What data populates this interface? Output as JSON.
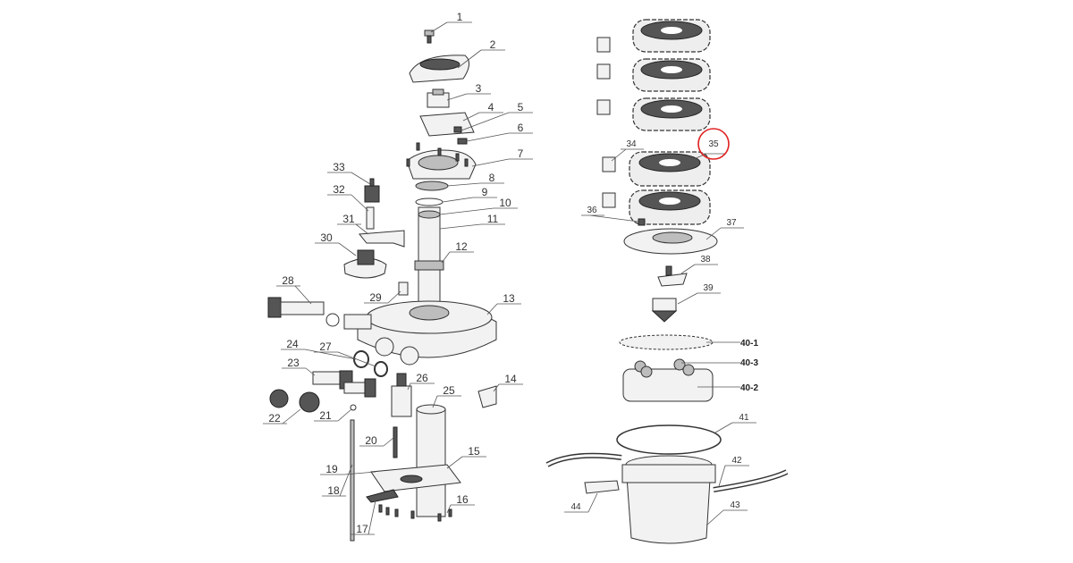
{
  "diagram": {
    "callouts": [
      "1",
      "2",
      "3",
      "4",
      "5",
      "6",
      "7",
      "8",
      "9",
      "10",
      "11",
      "12",
      "13",
      "14",
      "15",
      "16",
      "17",
      "18",
      "19",
      "20",
      "21",
      "22",
      "23",
      "24",
      "25",
      "26",
      "27",
      "28",
      "29",
      "30",
      "31",
      "32",
      "33",
      "34",
      "35",
      "36",
      "37",
      "38",
      "39",
      "40-1",
      "40-3",
      "40-2",
      "41",
      "42",
      "43",
      "44"
    ],
    "highlighted_callout": "35",
    "highlight_color": "#e02020"
  }
}
